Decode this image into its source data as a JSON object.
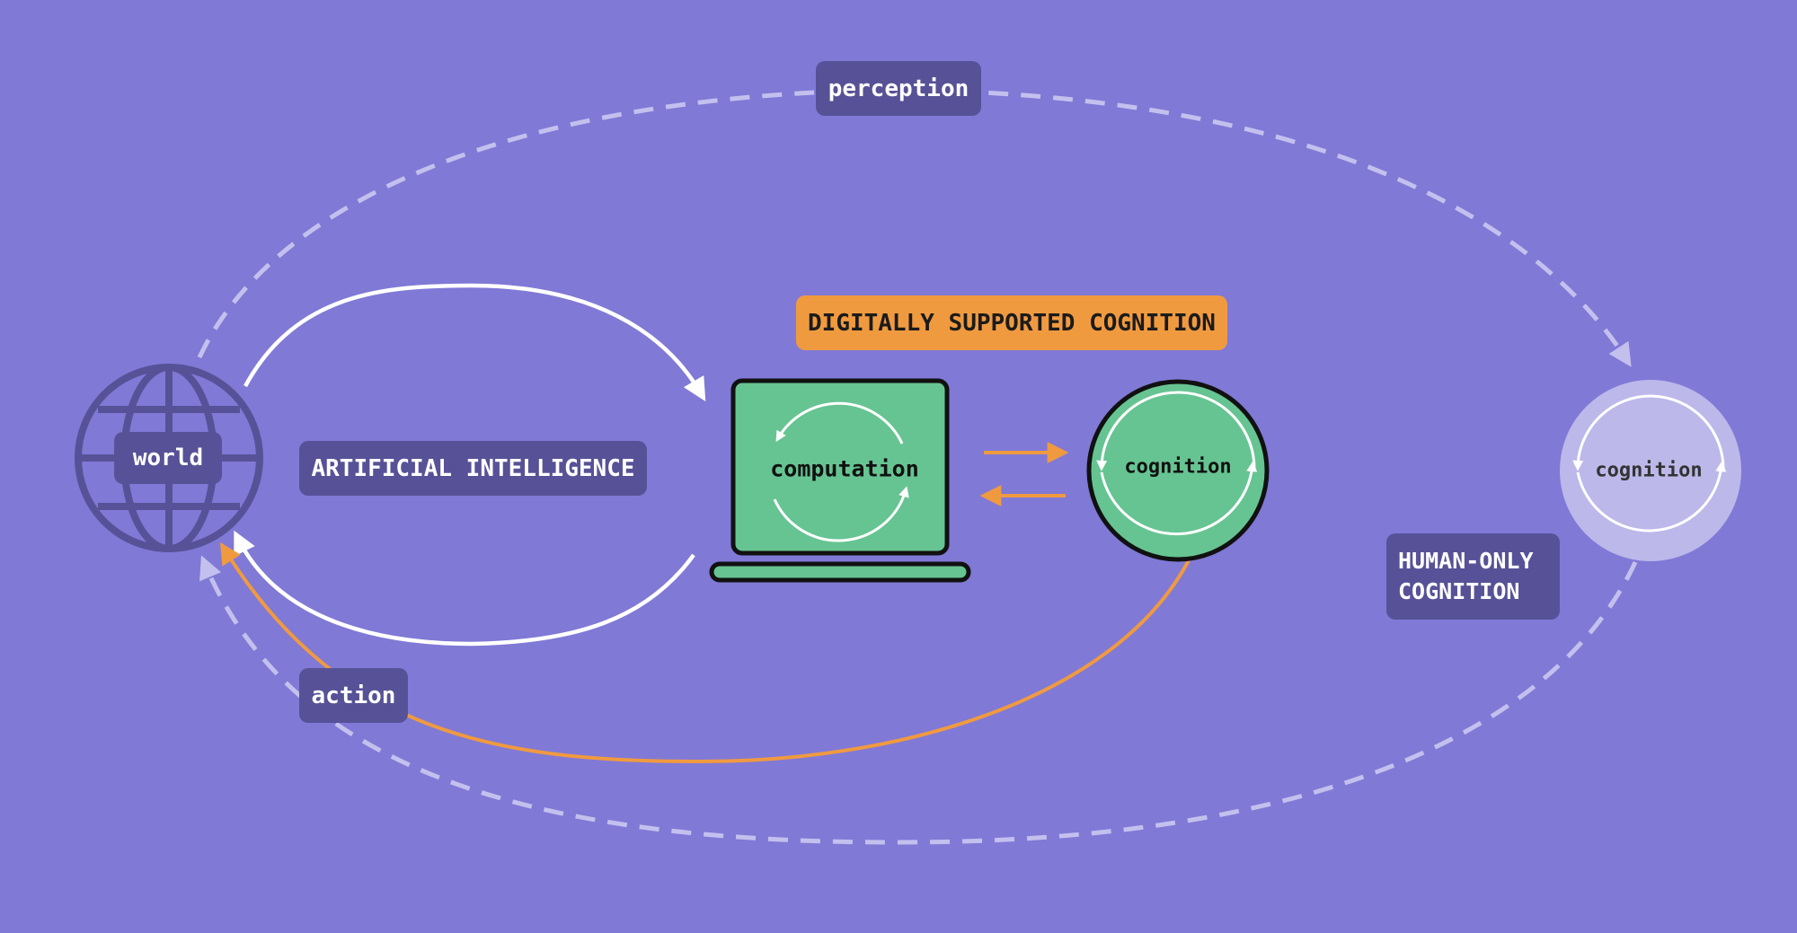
{
  "labels": {
    "perception": "perception",
    "action": "action",
    "world": "world",
    "artificial_intelligence": "ARTIFICIAL INTELLIGENCE",
    "digitally_supported_cognition": "DIGITALLY SUPPORTED COGNITION",
    "computation": "computation",
    "cognition_supported": "cognition",
    "cognition_human": "cognition",
    "human_only_cognition_line1": "HUMAN-ONLY",
    "human_only_cognition_line2": "COGNITION"
  },
  "icons": {
    "world": "globe-icon",
    "computer": "laptop-icon",
    "cycle": "cycle-arrows-icon"
  },
  "colors": {
    "background": "#8079d6",
    "dark_tag": "#575297",
    "orange": "#f09a40",
    "green": "#66c492",
    "globe": "#575297",
    "faded_circle": "#bcb8ea",
    "dashed_arrow": "#c4c0ee",
    "white_arrow": "#ffffff"
  }
}
